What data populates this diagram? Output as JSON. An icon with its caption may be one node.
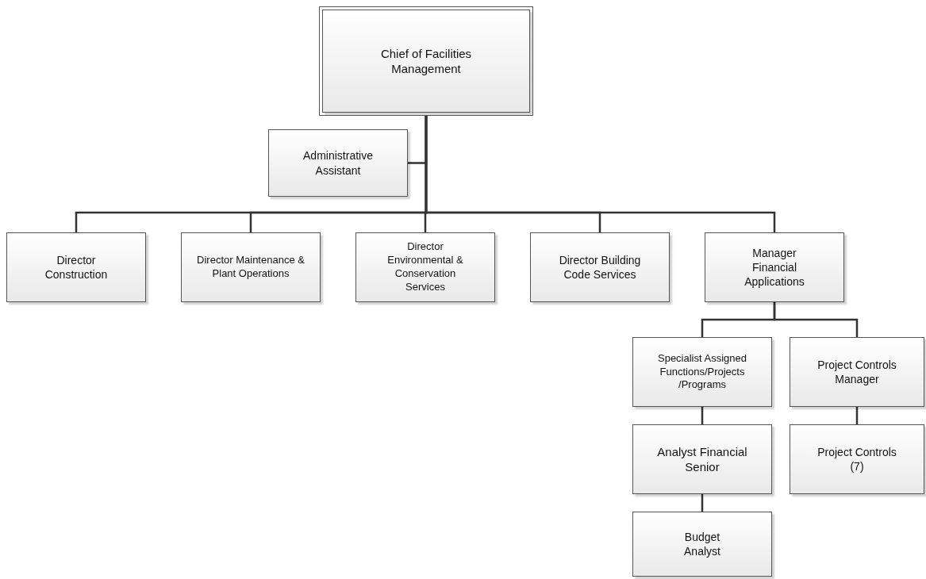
{
  "diagram": {
    "nodes": [
      {
        "text": [
          "Chief of Facilities Management"
        ]
      },
      {
        "text": [
          "Administrative Assistant"
        ]
      },
      {
        "text": [
          "Director Construction"
        ]
      },
      {
        "text": [
          "Director Maintenance & Plant Operations"
        ]
      },
      {
        "text": [
          "Director Environmental & Conservation Services"
        ]
      },
      {
        "text": [
          "Director Building Code Services"
        ]
      },
      {
        "text": [
          "Manager Financial Applications"
        ]
      },
      {
        "text": [
          "Specialist Assigned Functions/Projects /Programs"
        ]
      },
      {
        "text": [
          "Project Controls Manager"
        ]
      },
      {
        "text": [
          "Analyst Financial Senior"
        ]
      },
      {
        "text": [
          "Project Controls (7)"
        ]
      },
      {
        "text": [
          "Budget Analyst"
        ]
      }
    ],
    "edges": [
      {
        "from": 0,
        "to": 1,
        "arrow": "none"
      },
      {
        "from": 0,
        "to": 2,
        "arrow": "none"
      },
      {
        "from": 0,
        "to": 3,
        "arrow": "none"
      },
      {
        "from": 0,
        "to": 4,
        "arrow": "none"
      },
      {
        "from": 0,
        "to": 5,
        "arrow": "none"
      },
      {
        "from": 0,
        "to": 6,
        "arrow": "none"
      },
      {
        "from": 6,
        "to": 7,
        "arrow": "none"
      },
      {
        "from": 6,
        "to": 8,
        "arrow": "none"
      },
      {
        "from": 7,
        "to": 9,
        "arrow": "none"
      },
      {
        "from": 8,
        "to": 10,
        "arrow": "none"
      },
      {
        "from": 9,
        "to": 11,
        "arrow": "none"
      }
    ]
  }
}
